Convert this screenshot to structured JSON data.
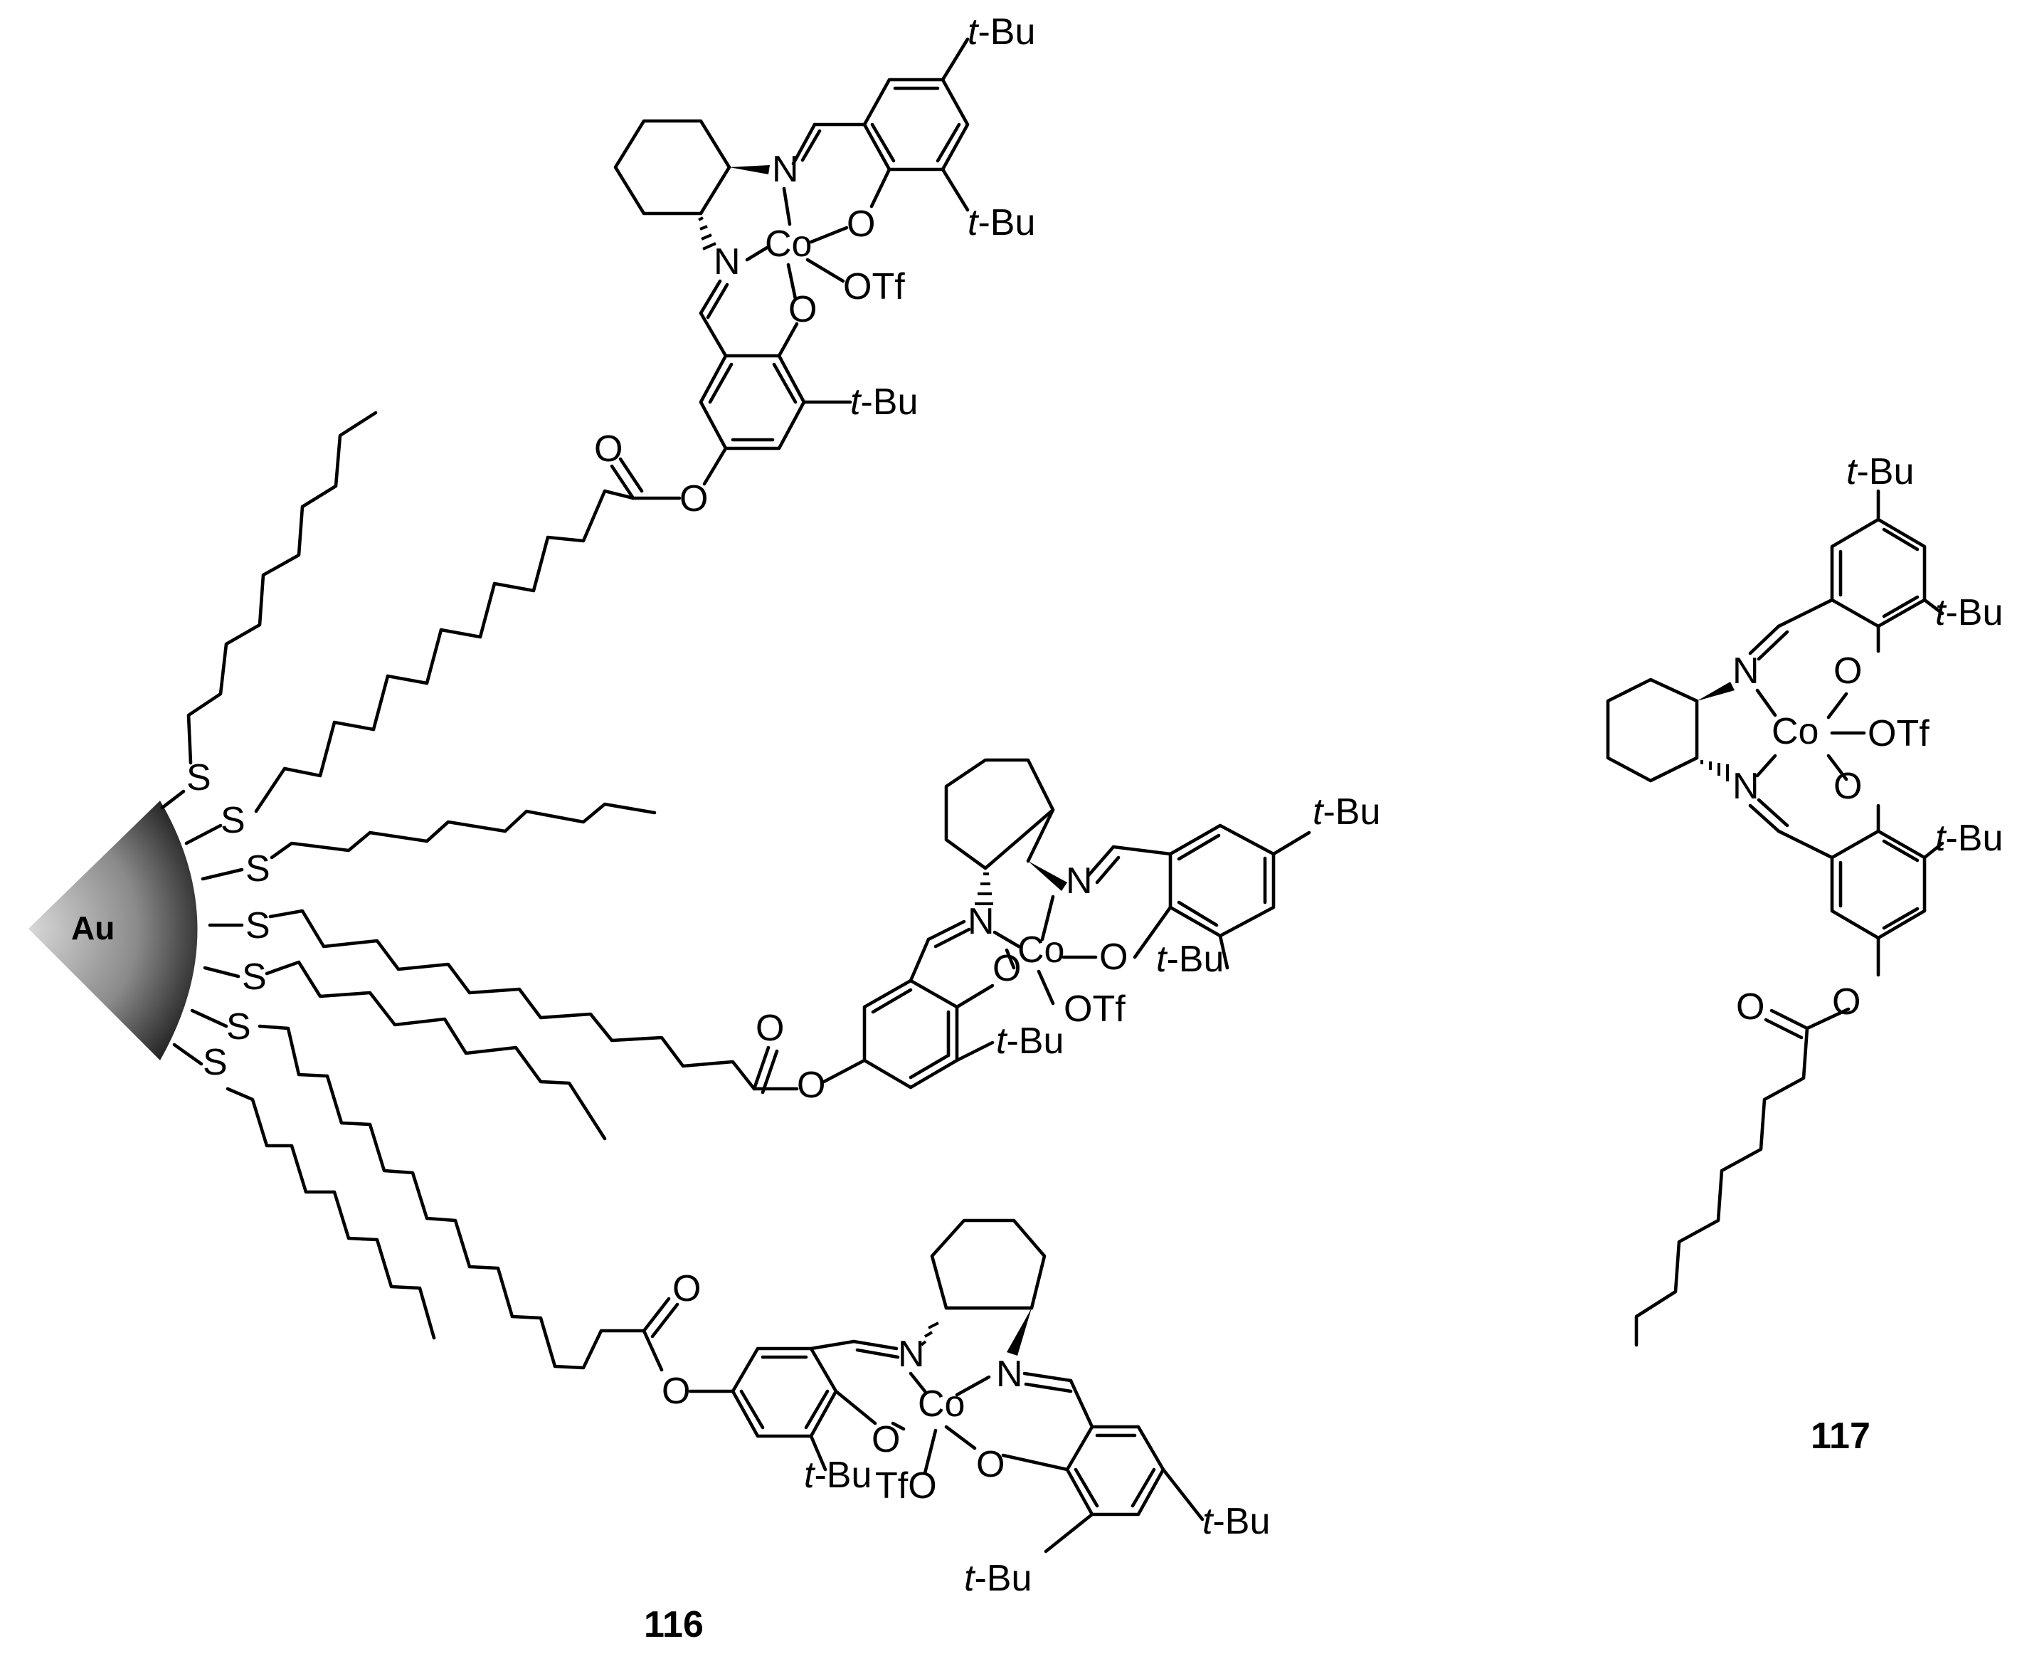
{
  "core": {
    "label": "Au",
    "color_dark": "#111111",
    "color_light": "#d8d8d8"
  },
  "atoms": {
    "sulfur": "S",
    "nitrogen": "N",
    "oxygen": "O",
    "cobalt": "Co",
    "triflate": "OTf",
    "triflate_left": "TfO",
    "tbu_prefix": "t",
    "tbu_suffix": "-Bu"
  },
  "compounds": [
    {
      "id": "116"
    },
    {
      "id": "117"
    }
  ]
}
